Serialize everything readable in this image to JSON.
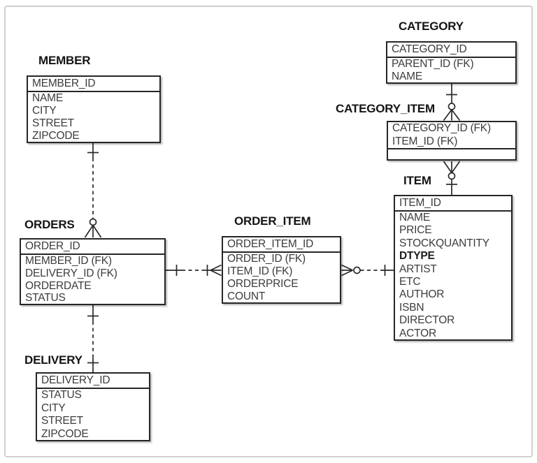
{
  "diagram": {
    "entities": [
      {
        "name": "MEMBER",
        "primary_key": [
          "MEMBER_ID"
        ],
        "attributes": [
          "NAME",
          "CITY",
          "STREET",
          "ZIPCODE"
        ]
      },
      {
        "name": "CATEGORY",
        "primary_key": [
          "CATEGORY_ID"
        ],
        "attributes": [
          "PARENT_ID (FK)",
          "NAME"
        ]
      },
      {
        "name": "CATEGORY_ITEM",
        "primary_key": [
          "CATEGORY_ID (FK)",
          "ITEM_ID (FK)"
        ],
        "attributes": []
      },
      {
        "name": "ITEM",
        "primary_key": [
          "ITEM_ID"
        ],
        "attributes": [
          "NAME",
          "PRICE",
          "STOCKQUANTITY",
          "DTYPE",
          "ARTIST",
          "ETC",
          "AUTHOR",
          "ISBN",
          "DIRECTOR",
          "ACTOR"
        ],
        "bold_attributes": [
          "DTYPE"
        ]
      },
      {
        "name": "ORDERS",
        "primary_key": [
          "ORDER_ID"
        ],
        "attributes": [
          "MEMBER_ID (FK)",
          "DELIVERY_ID (FK)",
          "ORDERDATE",
          "STATUS"
        ]
      },
      {
        "name": "ORDER_ITEM",
        "primary_key": [
          "ORDER_ITEM_ID"
        ],
        "attributes": [
          "ORDER_ID (FK)",
          "ITEM_ID (FK)",
          "ORDERPRICE",
          "COUNT"
        ]
      },
      {
        "name": "DELIVERY",
        "primary_key": [
          "DELIVERY_ID"
        ],
        "attributes": [
          "STATUS",
          "CITY",
          "STREET",
          "ZIPCODE"
        ]
      }
    ],
    "relationships": [
      {
        "from": "MEMBER",
        "to": "ORDERS",
        "from_cardinality": "one",
        "to_cardinality": "zero-or-many",
        "line": "dashed"
      },
      {
        "from": "ORDERS",
        "to": "DELIVERY",
        "from_cardinality": "one",
        "to_cardinality": "one",
        "line": "dashed"
      },
      {
        "from": "ORDERS",
        "to": "ORDER_ITEM",
        "from_cardinality": "one",
        "to_cardinality": "one-or-many",
        "line": "dashed"
      },
      {
        "from": "ITEM",
        "to": "ORDER_ITEM",
        "from_cardinality": "one",
        "to_cardinality": "zero-or-many",
        "line": "dashed"
      },
      {
        "from": "CATEGORY",
        "to": "CATEGORY_ITEM",
        "from_cardinality": "one",
        "to_cardinality": "zero-or-many",
        "line": "solid"
      },
      {
        "from": "ITEM",
        "to": "CATEGORY_ITEM",
        "from_cardinality": "one",
        "to_cardinality": "zero-or-many",
        "line": "solid"
      }
    ],
    "colors": {
      "background": "#ffffff",
      "frame_border": "#cfcfcf",
      "entity_border": "#262626",
      "attribute_text": "#3c3c3c",
      "title_text": "#141414",
      "connector": "#2a2a2a"
    }
  }
}
